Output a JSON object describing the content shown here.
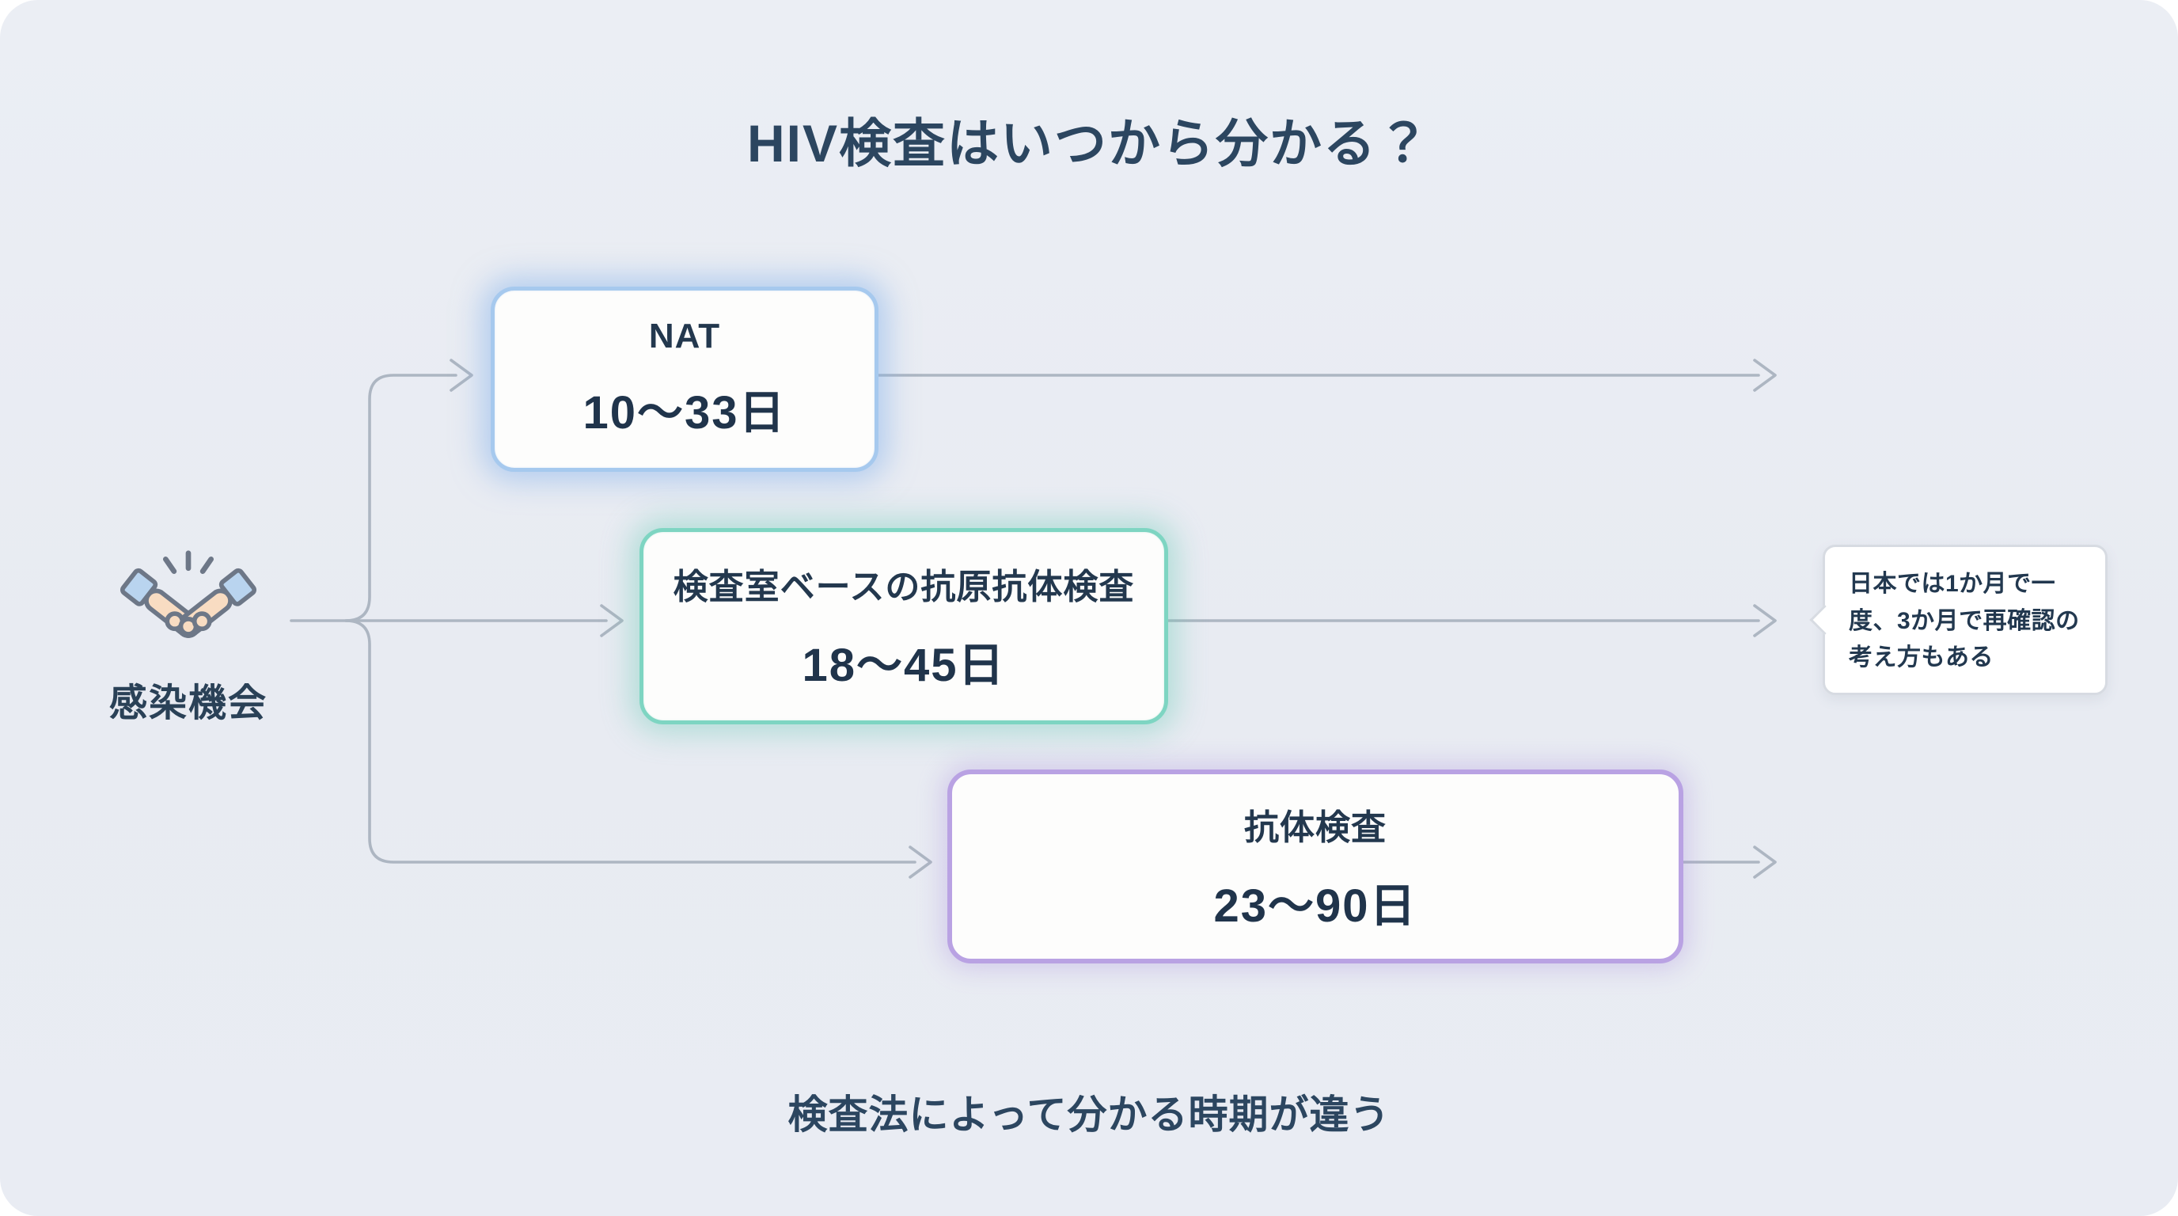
{
  "title": "HIV検査はいつから分かる？",
  "source": {
    "icon": "handshake-icon",
    "label": "感染機会"
  },
  "nodes": [
    {
      "id": "nat",
      "label": "NAT",
      "value": "10〜33日",
      "border_color": "#a6c9ee"
    },
    {
      "id": "lab",
      "label": "検査室ベースの抗原抗体検査",
      "value": "18〜45日",
      "border_color": "#7ed5c2"
    },
    {
      "id": "antibody",
      "label": "抗体検査",
      "value": "23〜90日",
      "border_color": "#b9a2e3"
    }
  ],
  "note": {
    "text": "日本では1か月で一度、3か月で再確認の考え方もある"
  },
  "caption": "検査法によって分かる時期が違う",
  "colors": {
    "background": "#e9ecf3",
    "heading_text": "#2c4660",
    "body_text": "#23384e",
    "connector_line": "#adb6c2",
    "node_background": "#fdfdfc",
    "note_border": "#d7dbe2"
  }
}
